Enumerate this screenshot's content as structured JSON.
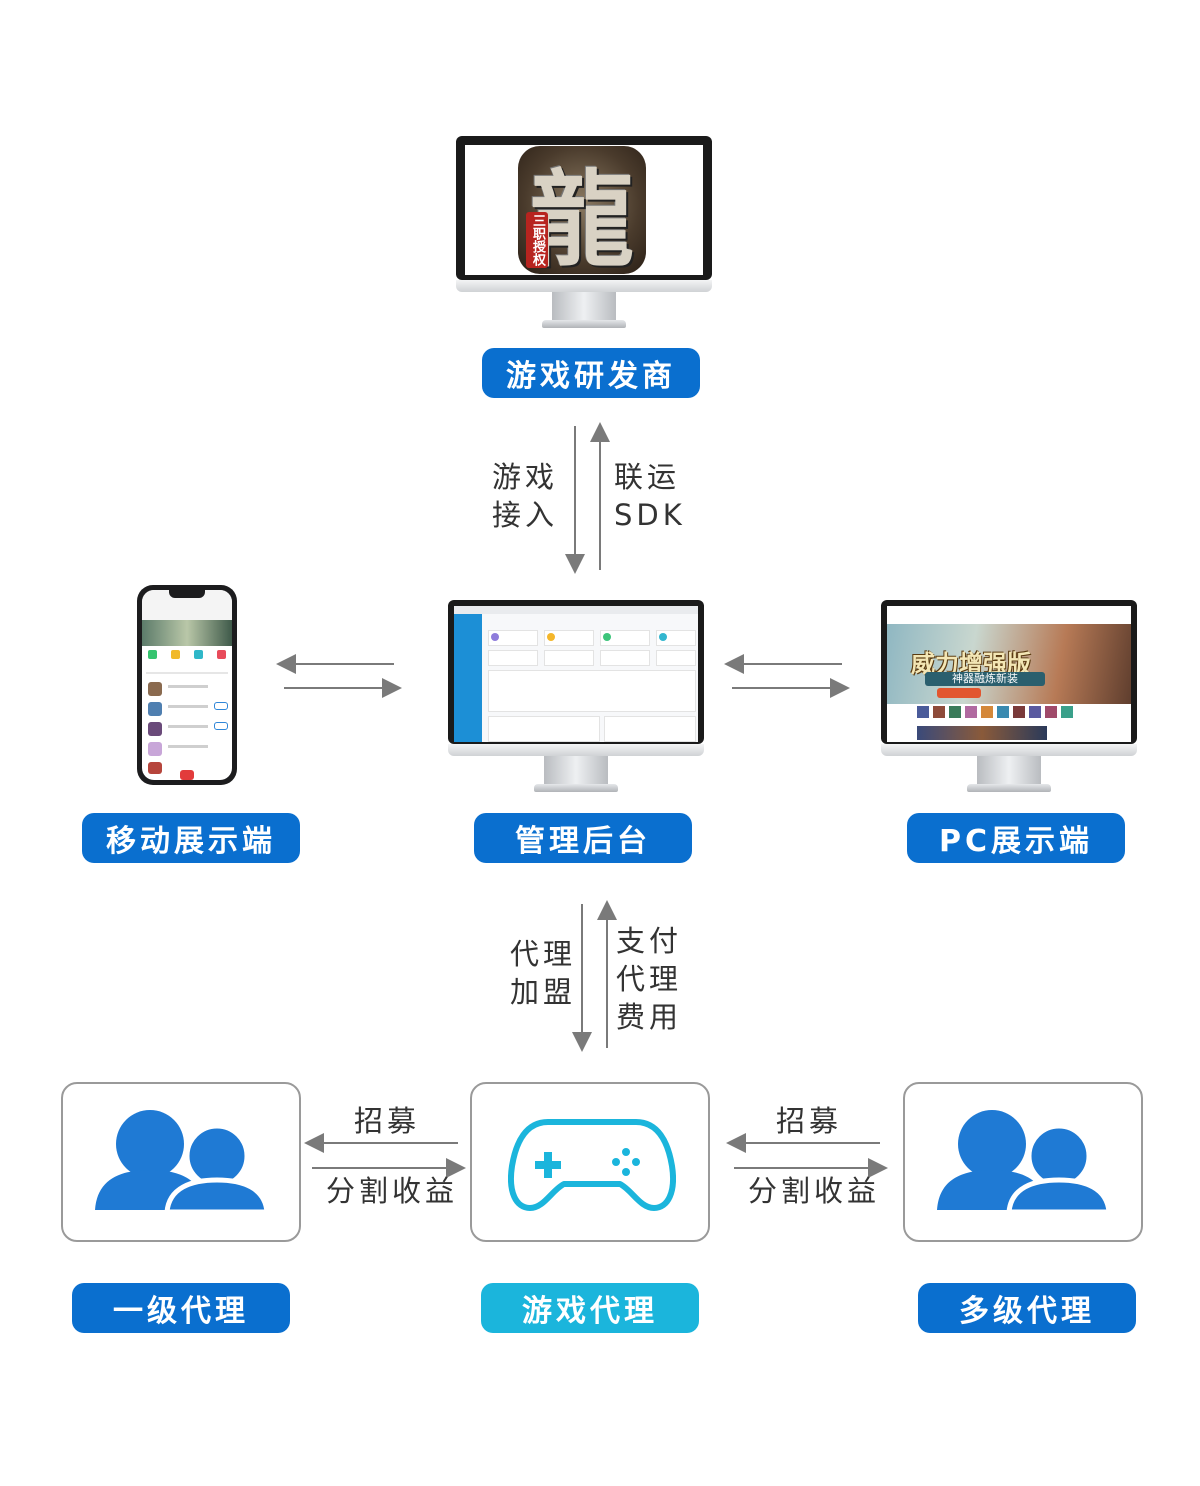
{
  "nodes": {
    "developer": {
      "label": "游戏研发商"
    },
    "mobile": {
      "label": "移动展示端"
    },
    "admin": {
      "label": "管理后台"
    },
    "pc": {
      "label": "PC展示端"
    },
    "agent_level1": {
      "label": "一级代理"
    },
    "game_agent": {
      "label": "游戏代理"
    },
    "agent_multi": {
      "label": "多级代理"
    }
  },
  "edges": {
    "dev_down": {
      "line1": "游戏",
      "line2": "接入"
    },
    "dev_up": {
      "line1": "联运",
      "line2": "SDK"
    },
    "agent_down": {
      "line1": "代理",
      "line2": "加盟"
    },
    "agent_up": {
      "line1": "支付",
      "line2": "代理",
      "line3": "费用"
    },
    "left_recruit": "招募",
    "left_share": "分割收益",
    "right_recruit": "招募",
    "right_share": "分割收益"
  },
  "pc_banner": {
    "title": "威力增强版",
    "subtitle": "神器融炼新装"
  },
  "dragon_seal": "三职授权",
  "colors": {
    "primary": "#0a6fcf",
    "accent": "#1bb5dc",
    "arrow": "#7a7a7a"
  },
  "icons": [
    "dragon-game-icon",
    "users-icon",
    "gamepad-icon",
    "arrow-icon"
  ]
}
